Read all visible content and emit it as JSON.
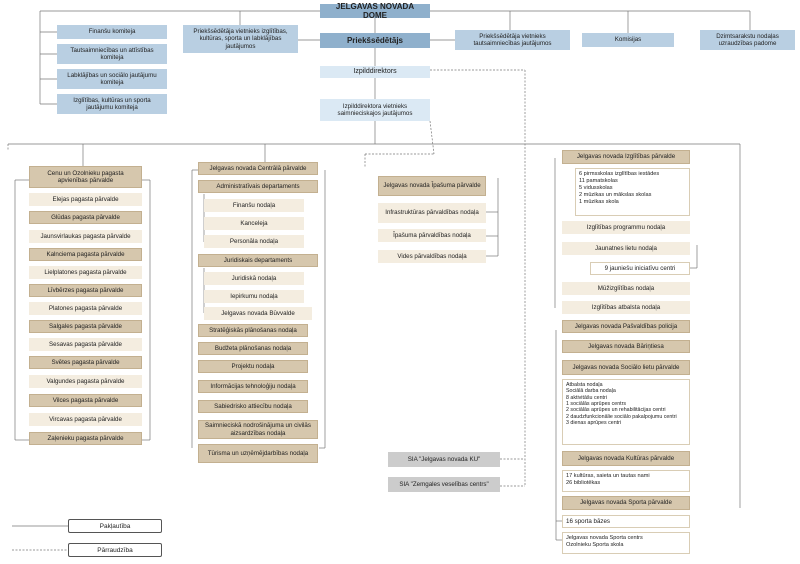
{
  "top": {
    "dome": "JELGAVAS NOVADA DOME",
    "chair": "Priekšsēdētājs",
    "exec_director": "Izpilddirektors",
    "deputy_director": "Izpilddirektora vietnieks saimnieciskajos jautājumos"
  },
  "committees": [
    "Finanšu komiteja",
    "Tautsaimniecības un attīstības komiteja",
    "Labklājības un sociālo jautājumu komiteja",
    "Izglītības, kultūras un sporta jautājumu komiteja"
  ],
  "deputy_chairs": {
    "left": "Priekšsēdētāja vietnieks izglītības, kultūras, sporta un labklājības jautājumos",
    "right": "Priekšsēdētāja vietnieks tautsaimniecības jautājumos"
  },
  "commissions": "Komisijas",
  "civil_registry": "Dzimtsarakstu nodaļas uzraudzības padome",
  "parishes": [
    "Cenu un Ozolnieku pagasta apvienības pārvalde",
    "Elejas pagasta pārvalde",
    "Glūdas pagasta pārvalde",
    "Jaunsvirlaukas pagasta pārvalde",
    "Kalnciema pagasta pārvalde",
    "Lielplatones pagasta pārvalde",
    "Līvbērzes pagasta pārvalde",
    "Platones pagasta pārvalde",
    "Salgales pagasta pārvalde",
    "Sesavas pagasta pārvalde",
    "Svētes pagasta pārvalde",
    "Valgundes pagasta pārvalde",
    "Vilces pagasta pārvalde",
    "Vircavas pagasta pārvalde",
    "Zaļenieku pagasta pārvalde"
  ],
  "central": {
    "title": "Jelgavas novada Centrālā pārvalde",
    "admin": "Administratīvais departaments",
    "admin_sub": [
      "Finanšu nodaļa",
      "Kanceleja",
      "Personāla nodaļa"
    ],
    "legal": "Juridiskais departaments",
    "legal_sub": [
      "Juridiskā nodaļa",
      "Iepirkumu nodaļa",
      "Jelgavas novada Būvvalde"
    ],
    "others": [
      "Stratēģiskās plānošanas nodaļa",
      "Budžeta plānošanas nodaļa",
      "Projektu nodaļa",
      "Informācijas tehnoloģiju nodaļa",
      "Sabiedrisko attiecību nodaļa",
      "Saimnieciskā nodrošinājuma un civilās aizsardzības nodaļa",
      "Tūrisma un uzņēmējdarbības nodaļa"
    ]
  },
  "property": {
    "title": "Jelgavas novada Īpašuma pārvalde",
    "sub": [
      "Infrastruktūras pārvaldības nodaļa",
      "Īpašuma pārvaldības nodaļa",
      "Vides pārvaldības nodaļa"
    ]
  },
  "companies": [
    "SIA \"Jelgavas novada KU\"",
    "SIA \"Zemgales veselības centrs\""
  ],
  "education": {
    "title": "Jelgavas novada Izglītības pārvalde",
    "schools": [
      "6 pirmsskolas izglītības iestādes",
      "11 pamatskolas",
      "5 vidusskolas",
      "2 mūzikas un mākslas skolas",
      "1 mūzikas skola"
    ],
    "program": "Izglītības programmu nodaļa",
    "youth": "Jaunatnes lietu nodaļa",
    "youth_centers": "9 jauniešu iniciatīvu centri",
    "music": "Mūžizglītības nodaļa",
    "support": "Izglītības atbalsta nodaļa"
  },
  "police": "Jelgavas novada Pašvaldības policija",
  "orphan_court": "Jelgavas novada Bāriņtiesa",
  "social": {
    "title": "Jelgavas novada Sociālo lietu pārvalde",
    "items": [
      "Atbalsta nodaļa",
      "Sociālā darba nodaļa",
      "8 aktivitāšu centri",
      "1 sociālās aprūpes centrs",
      "2 sociālās aprūpes un rehabilitācijas centri",
      "2 daudzfunkcionālie sociālo pakalpojumu centri",
      "3 dienas aprūpes centri"
    ]
  },
  "culture": {
    "title": "Jelgavas novada Kultūras pārvalde",
    "items": [
      "17 kultūras, saieta un tautas nami",
      "26 bibliotēkas"
    ]
  },
  "sport": {
    "title": "Jelgavas  novada Sporta pārvalde",
    "bases": "16 sporta bāzes",
    "centers": [
      "Jelgavas novada Sporta centrs",
      "Ozolnieku Sporta skola"
    ]
  },
  "legend": {
    "subordination": "Pakļautība",
    "supervision": "Pārraudzība"
  },
  "colors": {
    "blue": "#b9cfe2",
    "blue_dark": "#8fb0cc",
    "tan": "#d6c7ad",
    "cream": "#f4ede0",
    "gray": "#cccccc"
  }
}
